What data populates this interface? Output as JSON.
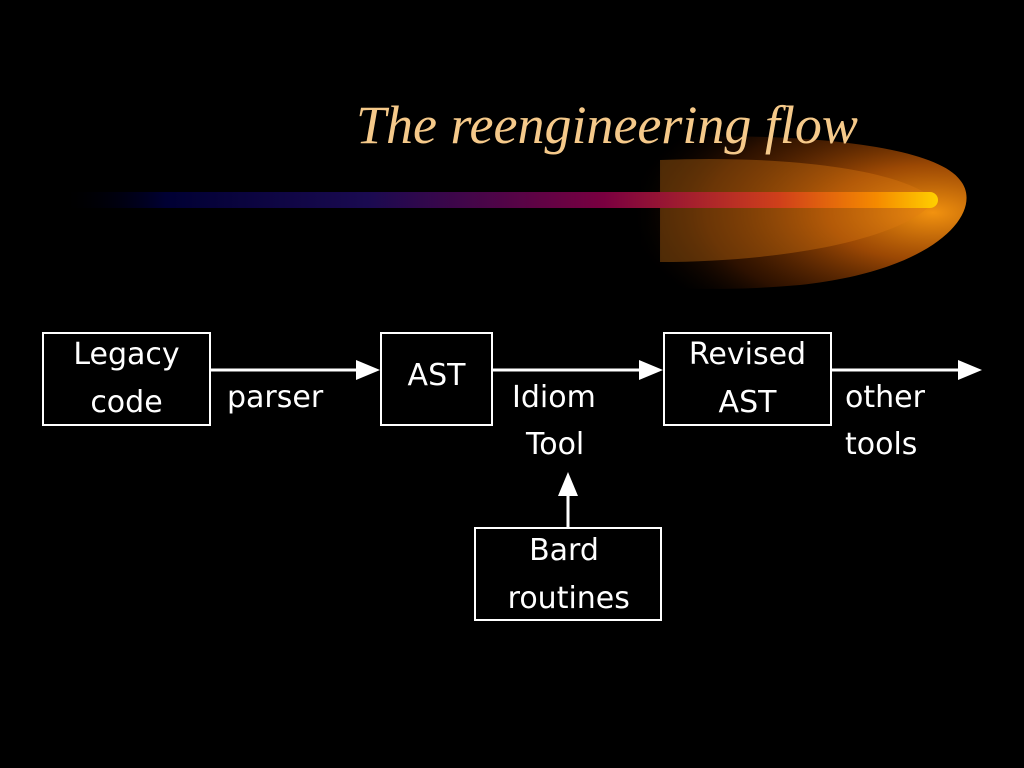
{
  "slide": {
    "title": "The reengineering flow",
    "title_color": "#f5c98a",
    "background_color": "#000000",
    "accent_colors": [
      "#000033",
      "#7a0040",
      "#f58a00",
      "#ffd000"
    ]
  },
  "diagram": {
    "nodes": {
      "legacy_code": {
        "line1": "Legacy",
        "line2": "code"
      },
      "ast": {
        "line1": "AST"
      },
      "revised_ast": {
        "line1": "Revised",
        "line2": "AST"
      },
      "bard_routines": {
        "line1": "Bard",
        "line2": " routines"
      }
    },
    "edges": {
      "parser": {
        "label": "parser"
      },
      "idiom_tool": {
        "line1": "Idiom",
        "line2": "Tool"
      },
      "other_tools": {
        "line1": "other",
        "line2": "tools"
      }
    }
  }
}
